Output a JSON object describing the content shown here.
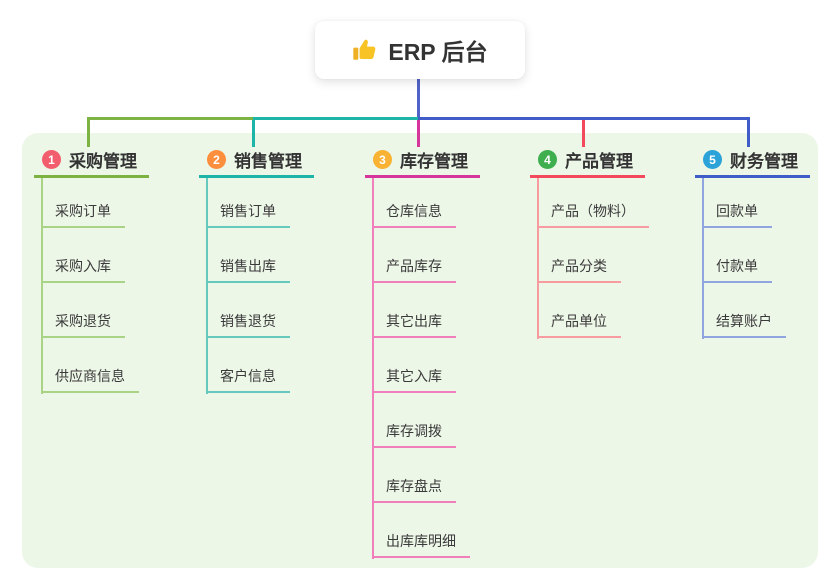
{
  "root": {
    "icon": "thumbs-up",
    "label": "ERP 后台"
  },
  "canvas": {
    "background": "#ffffff",
    "panel_background": "#edf7e8"
  },
  "connectors": {
    "trunk_color": "#5163c8"
  },
  "branches": [
    {
      "badge": "1",
      "label": "采购管理",
      "colors": {
        "badge": "#f25e6e",
        "accent": "#7cb342",
        "light": "#a9d385"
      },
      "items": [
        "采购订单",
        "采购入库",
        "采购退货",
        "供应商信息"
      ]
    },
    {
      "badge": "2",
      "label": "销售管理",
      "colors": {
        "badge": "#fb8f3d",
        "accent": "#1db5a8",
        "light": "#66c9be"
      },
      "items": [
        "销售订单",
        "销售出库",
        "销售退货",
        "客户信息"
      ]
    },
    {
      "badge": "3",
      "label": "库存管理",
      "colors": {
        "badge": "#f9b233",
        "accent": "#d6359b",
        "light": "#f07fbc"
      },
      "items": [
        "仓库信息",
        "产品库存",
        "其它出库",
        "其它入库",
        "库存调拨",
        "库存盘点",
        "出库库明细"
      ]
    },
    {
      "badge": "4",
      "label": "产品管理",
      "colors": {
        "badge": "#3eae4f",
        "accent": "#f2495d",
        "light": "#f79ba1"
      },
      "items": [
        "产品（物料）",
        "产品分类",
        "产品单位"
      ]
    },
    {
      "badge": "5",
      "label": "财务管理",
      "colors": {
        "badge": "#2ba3d8",
        "accent": "#3f5cc8",
        "light": "#90a5e0"
      },
      "items": [
        "回款单",
        "付款单",
        "结算账户"
      ]
    }
  ]
}
